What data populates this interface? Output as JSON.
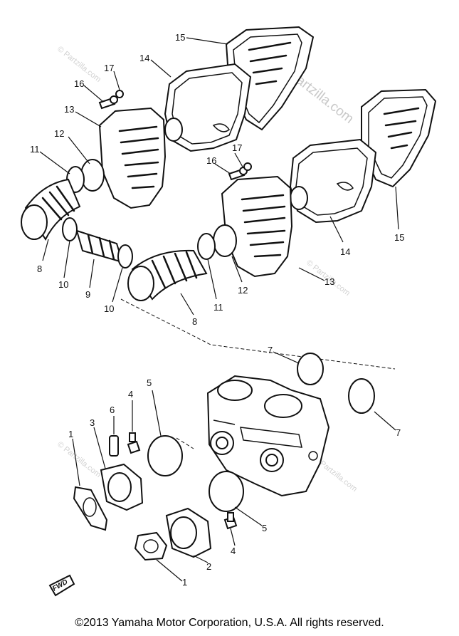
{
  "watermark": {
    "main": "© Partzilla.com",
    "small": "© Partzilla.com"
  },
  "fwd_label": "FWD",
  "callouts": {
    "p15a": "15",
    "p14a": "14",
    "p17a": "17",
    "p16a": "16",
    "p13a": "13",
    "p12a": "12",
    "p11a": "11",
    "p8a": "8",
    "p10a": "10",
    "p9": "9",
    "p10b": "10",
    "p17b": "17",
    "p16b": "16",
    "p15b": "15",
    "p14b": "14",
    "p13b": "13",
    "p12b": "12",
    "p11b": "11",
    "p8b": "8",
    "p7a": "7",
    "p7b": "7",
    "p5a": "5",
    "p4a": "4",
    "p6": "6",
    "p3": "3",
    "p1a": "1",
    "p5b": "5",
    "p4b": "4",
    "p2": "2",
    "p1b": "1"
  },
  "copyright": "©2013  Yamaha Motor Corporation, U.S.A. All rights reserved."
}
